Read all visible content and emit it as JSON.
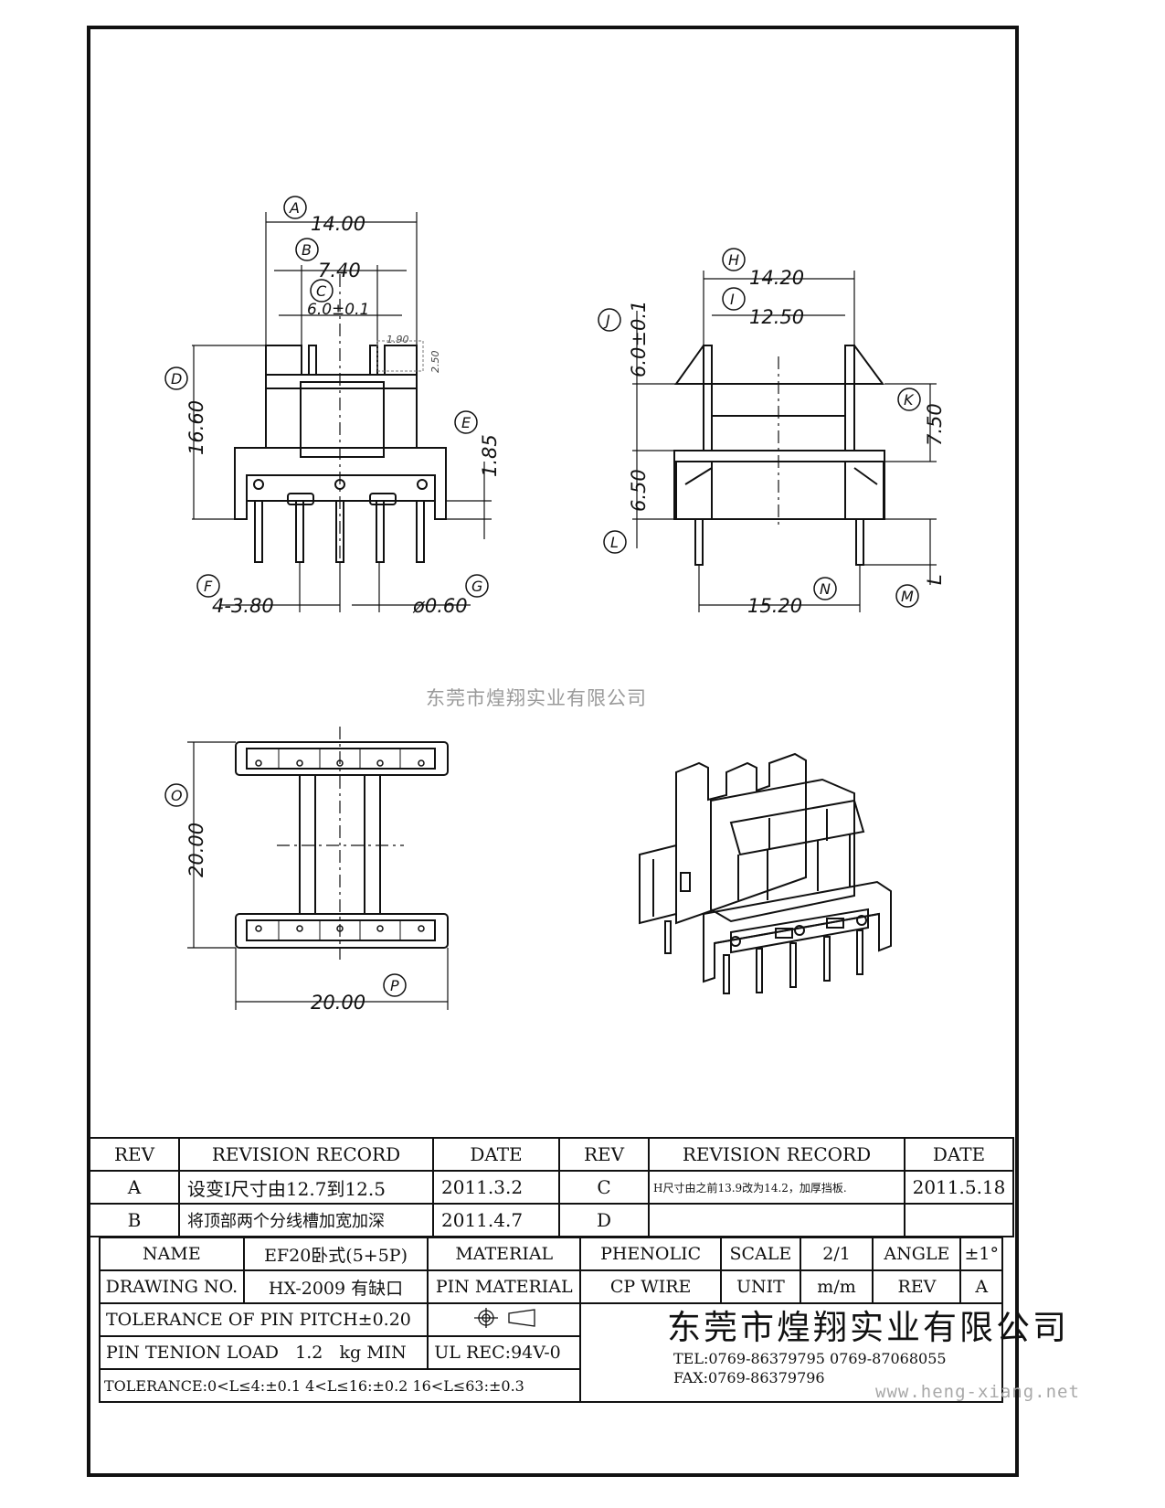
{
  "watermark_text": "东莞市煌翔实业有限公司",
  "site_watermark": "www.heng-xiang.net",
  "dimensions": {
    "A": "14.00",
    "B": "7.40",
    "C": "6.0±0.1",
    "C_sub1": "1.90",
    "C_sub2": "2.50",
    "D": "16.60",
    "E": "1.85",
    "F": "4-3.80",
    "G": "ø0.60",
    "H": "14.20",
    "I": "12.50",
    "J": "6.0±0.1",
    "K": "7.50",
    "L_dim": "6.50",
    "M": "L",
    "N": "15.20",
    "O": "20.00",
    "P": "20.00"
  },
  "labels": [
    "A",
    "B",
    "C",
    "D",
    "E",
    "F",
    "G",
    "H",
    "I",
    "J",
    "K",
    "L",
    "M",
    "N",
    "O",
    "P"
  ],
  "revision_table": {
    "headers": [
      "REV",
      "REVISION RECORD",
      "DATE",
      "REV",
      "REVISION RECORD",
      "DATE"
    ],
    "rows": [
      {
        "rev1": "A",
        "rec1": "设变I尺寸由12.7到12.5",
        "date1": "2011.3.2",
        "rev2": "C",
        "rec2": "H尺寸由之前13.9改为14.2，加厚挡板.",
        "date2": "2011.5.18"
      },
      {
        "rev1": "B",
        "rec1": "将顶部两个分线槽加宽加深",
        "date1": "2011.4.7",
        "rev2": "D",
        "rec2": "",
        "date2": ""
      }
    ]
  },
  "title_block": {
    "name_label": "NAME",
    "name_value": "EF20卧式(5+5P)",
    "material_label": "MATERIAL",
    "material_value": "PHENOLIC",
    "scale_label": "SCALE",
    "scale_value": "2/1",
    "angle_label": "ANGLE",
    "angle_value": "±1°",
    "drawing_no_label": "DRAWING NO.",
    "drawing_no_value": "HX-2009 有缺口",
    "pin_material_label": "PIN MATERIAL",
    "pin_material_value": "CP WIRE",
    "unit_label": "UNIT",
    "unit_value": "m/m",
    "rev_label": "REV",
    "rev_value": "A",
    "tol_pitch": "TOLERANCE OF PIN PITCH±0.20",
    "pin_tension_label": "PIN TENION LOAD",
    "pin_tension_value": "1.2",
    "pin_tension_unit": "kg MIN",
    "ul": "UL REC:94V-0",
    "tolerance_line": "TOLERANCE:0<L≤4:±0.1  4<L≤16:±0.2  16<L≤63:±0.3",
    "company": "东莞市煌翔实业有限公司",
    "tel": "TEL:0769-86379795    0769-87068055",
    "fax": "FAX:0769-86379796"
  }
}
